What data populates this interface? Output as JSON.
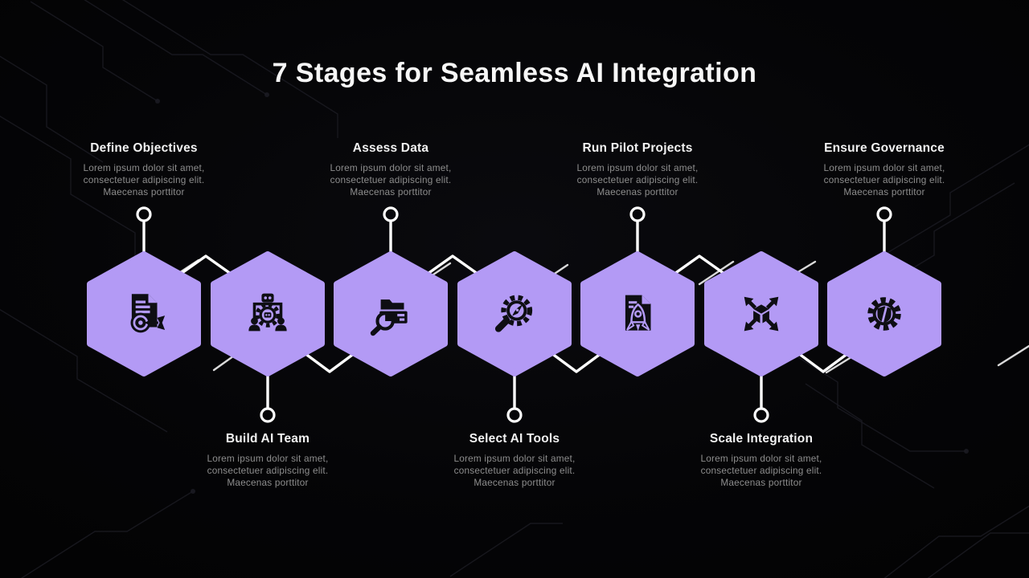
{
  "header": {
    "title": "7 Stages for Seamless AI Integration"
  },
  "stages": [
    {
      "label": "Define Objectives",
      "description": "Lorem ipsum dolor sit amet, consectetuer adipiscing elit. Maecenas porttitor",
      "icon": "document-target-icon",
      "label_position": "top"
    },
    {
      "label": "Build AI Team",
      "description": "Lorem ipsum dolor sit amet, consectetuer adipiscing elit. Maecenas porttitor",
      "icon": "ai-team-hierarchy-icon",
      "label_position": "bottom"
    },
    {
      "label": "Assess Data",
      "description": "Lorem ipsum dolor sit amet, consectetuer adipiscing elit. Maecenas porttitor",
      "icon": "data-search-icon",
      "label_position": "top"
    },
    {
      "label": "Select AI Tools",
      "description": "Lorem ipsum dolor sit amet, consectetuer adipiscing elit. Maecenas porttitor",
      "icon": "gear-magnifier-icon",
      "label_position": "bottom"
    },
    {
      "label": "Run Pilot Projects",
      "description": "Lorem ipsum dolor sit amet, consectetuer adipiscing elit. Maecenas porttitor",
      "icon": "rocket-document-icon",
      "label_position": "top"
    },
    {
      "label": "Scale Integration",
      "description": "Lorem ipsum dolor sit amet, consectetuer adipiscing elit. Maecenas porttitor",
      "icon": "cube-expand-icon",
      "label_position": "bottom"
    },
    {
      "label": "Ensure Governance",
      "description": "Lorem ipsum dolor sit amet, consectetuer adipiscing elit. Maecenas porttitor",
      "icon": "shield-gear-icon",
      "label_position": "top"
    }
  ],
  "colors": {
    "background": "#050508",
    "hexagon": "#b39af5",
    "icon_fill": "#0e0e13",
    "title": "#f7f7f7",
    "stage_title": "#f2f2f2",
    "description": "#8d8d8d",
    "connector": "#ffffff",
    "circuit_trace": "#1b1b22"
  }
}
